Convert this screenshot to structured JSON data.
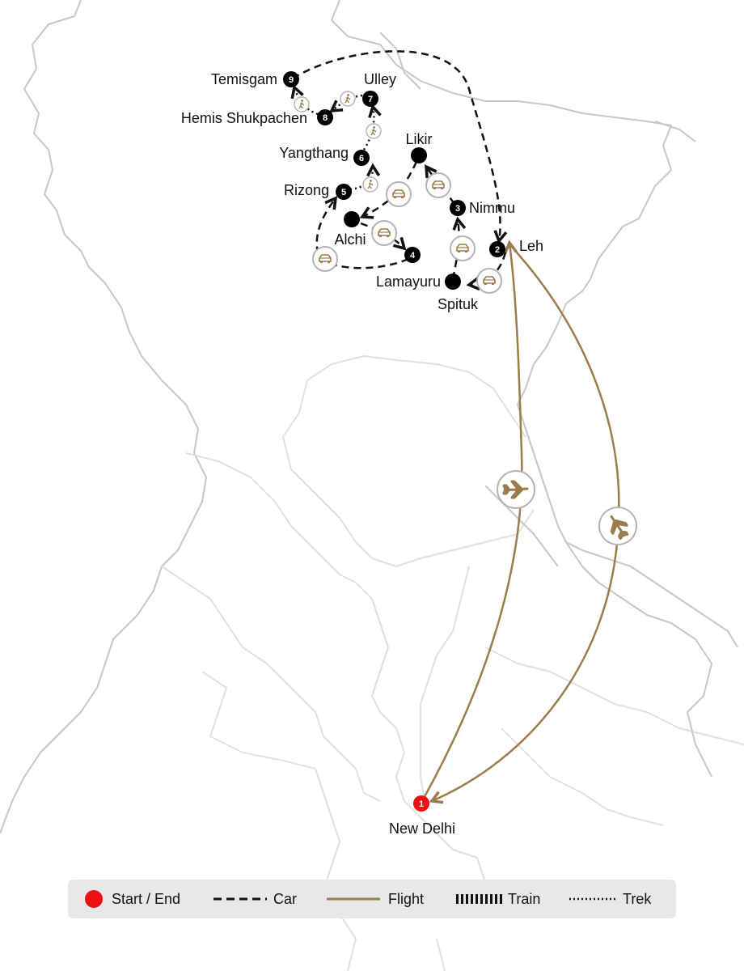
{
  "colors": {
    "start_end": "#ee1111",
    "stop": "#000000",
    "car": "#111111",
    "flight": "#9a7d4a",
    "border": "#c8c8c8",
    "legend_bg": "#e8e8e8"
  },
  "stops": [
    {
      "label": "New Delhi",
      "number": "1",
      "type": "start-end"
    },
    {
      "label": "Leh",
      "number": "2",
      "type": "numbered"
    },
    {
      "label": "Nimmu",
      "number": "3",
      "type": "numbered"
    },
    {
      "label": "Lamayuru",
      "number": "4",
      "type": "numbered"
    },
    {
      "label": "Rizong",
      "number": "5",
      "type": "numbered"
    },
    {
      "label": "Yangthang",
      "number": "6",
      "type": "numbered"
    },
    {
      "label": "Ulley",
      "number": "7",
      "type": "numbered"
    },
    {
      "label": "Hemis Shukpachen",
      "number": "8",
      "type": "numbered"
    },
    {
      "label": "Temisgam",
      "number": "9",
      "type": "numbered"
    },
    {
      "label": "Likir",
      "number": "",
      "type": "waypoint"
    },
    {
      "label": "Alchi",
      "number": "",
      "type": "waypoint"
    },
    {
      "label": "Spituk",
      "number": "",
      "type": "waypoint"
    }
  ],
  "legend": {
    "start_end": "Start / End",
    "car": "Car",
    "flight": "Flight",
    "train": "Train",
    "trek": "Trek"
  },
  "icons": {
    "flight": "airplane-icon",
    "car": "car-icon",
    "trek": "hiker-icon"
  }
}
